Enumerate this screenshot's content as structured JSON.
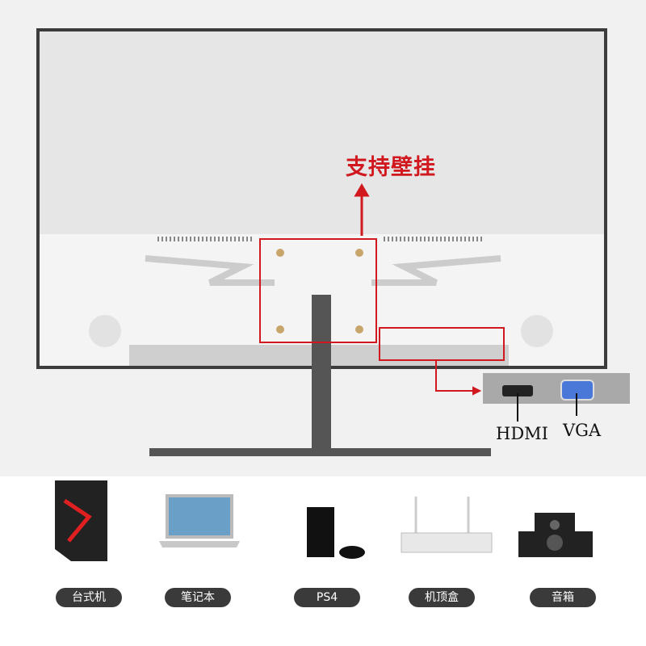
{
  "callout": {
    "label": "支持壁挂",
    "color": "#d0181e"
  },
  "ports": [
    {
      "label": "HDMI"
    },
    {
      "label": "VGA"
    }
  ],
  "devices": [
    {
      "label": "台式机",
      "icon": "desktop-pc-icon"
    },
    {
      "label": "笔记本",
      "icon": "laptop-icon"
    },
    {
      "label": "PS4",
      "icon": "game-console-icon"
    },
    {
      "label": "机顶盒",
      "icon": "set-top-box-icon"
    },
    {
      "label": "音箱",
      "icon": "speakers-icon"
    }
  ]
}
